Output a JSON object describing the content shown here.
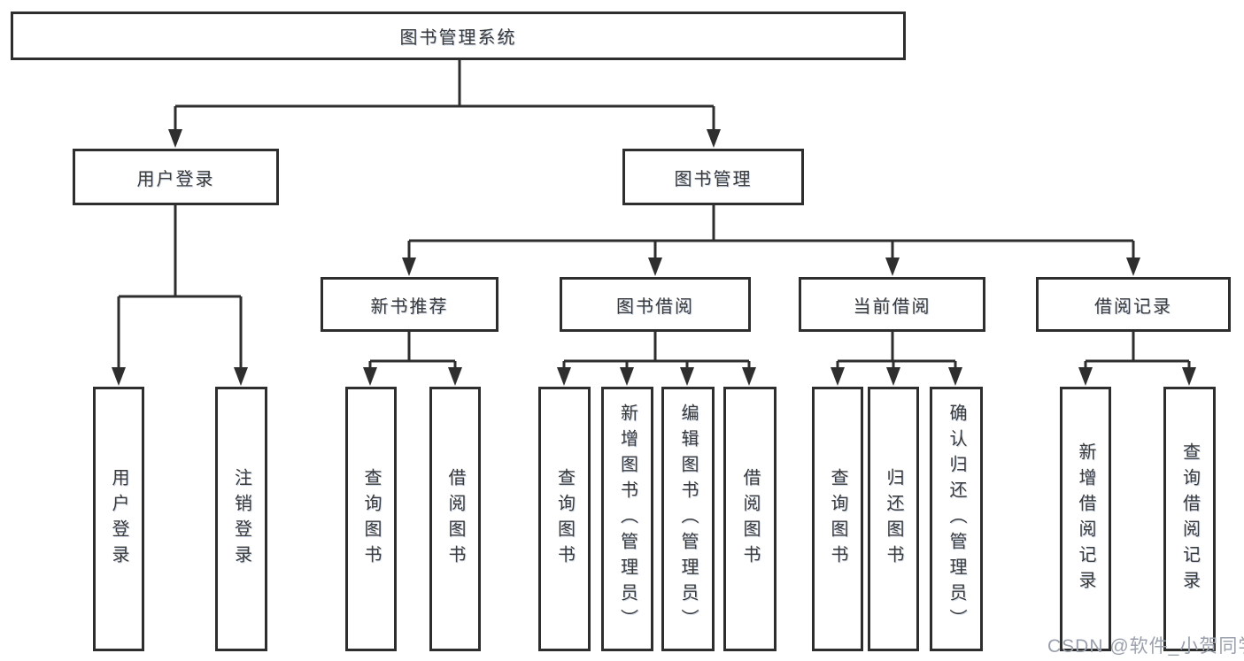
{
  "colors": {
    "background": "#ffffff",
    "line": "#2e2e2e",
    "box_border": "#2e2e2e",
    "text": "#3a3a3a",
    "watermark": "#9aa0ac"
  },
  "tree": {
    "root": {
      "label": "图书管理系统"
    },
    "children": [
      {
        "label": "用户登录",
        "children": [
          {
            "label": "用户登录"
          },
          {
            "label": "注销登录"
          }
        ]
      },
      {
        "label": "图书管理",
        "children": [
          {
            "label": "新书推荐",
            "children": [
              {
                "label": "查询图书"
              },
              {
                "label": "借阅图书"
              }
            ]
          },
          {
            "label": "图书借阅",
            "children": [
              {
                "label": "查询图书"
              },
              {
                "label": "新增图书（管理员）"
              },
              {
                "label": "编辑图书（管理员）"
              },
              {
                "label": "借阅图书"
              }
            ]
          },
          {
            "label": "当前借阅",
            "children": [
              {
                "label": "查询图书"
              },
              {
                "label": "归还图书"
              },
              {
                "label": "确认归还（管理员）"
              }
            ]
          },
          {
            "label": "借阅记录",
            "children": [
              {
                "label": "新增借阅记录"
              },
              {
                "label": "查询借阅记录"
              }
            ]
          }
        ]
      }
    ]
  },
  "watermark": {
    "text": "CSDN @软件_小贺同学"
  }
}
